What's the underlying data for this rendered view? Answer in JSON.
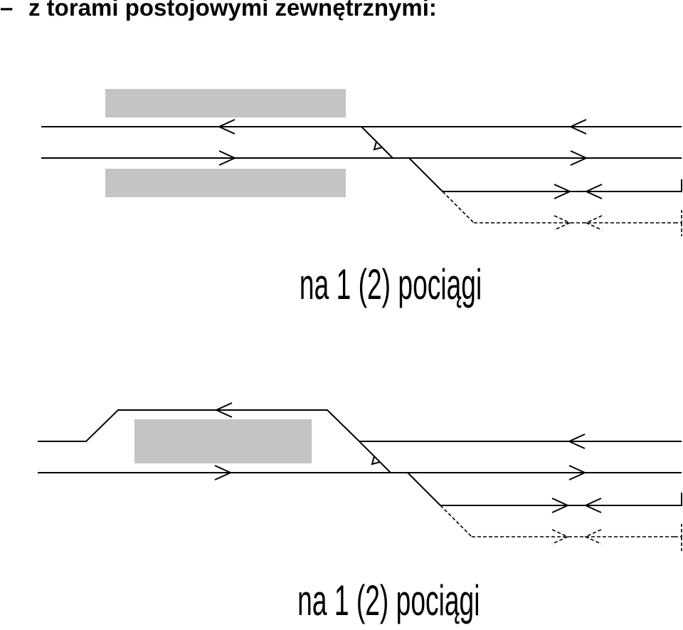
{
  "heading": {
    "dash": "–",
    "text": "z torami postojowymi zewnętrznymi:"
  },
  "diagrams": [
    {
      "caption": "na 1 (2) pociągi"
    },
    {
      "caption": "na 1 (2) pociągi"
    }
  ],
  "colors": {
    "platform": "#c4c4c4",
    "track": "#000000"
  }
}
